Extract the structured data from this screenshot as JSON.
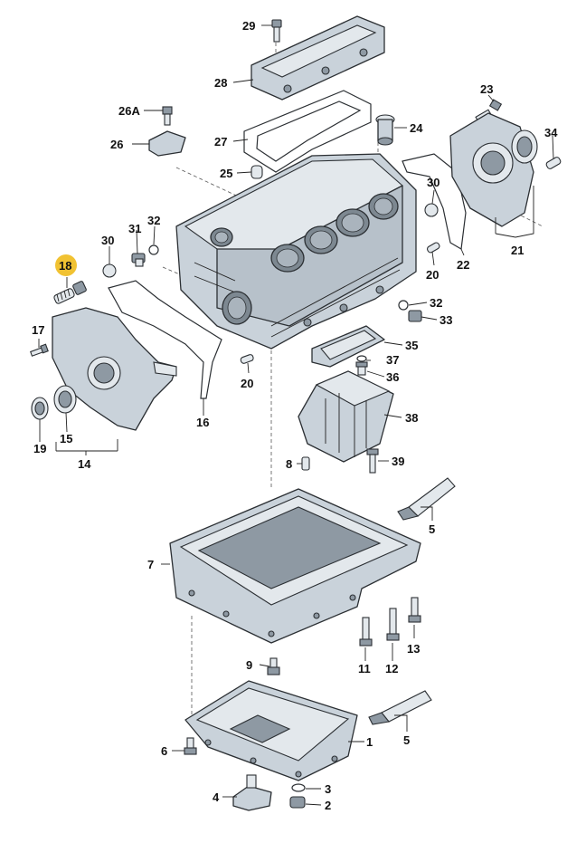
{
  "callouts": {
    "c29": "29",
    "c28": "28",
    "c23": "23",
    "c26a": "26A",
    "c24": "24",
    "c34": "34",
    "c26": "26",
    "c27": "27",
    "c25": "25",
    "c30a": "30",
    "c31": "31",
    "c32a": "32",
    "c30b": "30",
    "c22": "22",
    "c21": "21",
    "c18": "18",
    "c20a": "20",
    "c32b": "32",
    "c17": "17",
    "c33": "33",
    "c35": "35",
    "c37": "37",
    "c36": "36",
    "c20b": "20",
    "c16": "16",
    "c19": "19",
    "c15": "15",
    "c14": "14",
    "c38": "38",
    "c8": "8",
    "c39": "39",
    "c5a": "5",
    "c7": "7",
    "c13": "13",
    "c11": "11",
    "c12": "12",
    "c9": "9",
    "c5b": "5",
    "c1": "1",
    "c6": "6",
    "c3": "3",
    "c4": "4",
    "c2": "2"
  },
  "highlight_color": "#f1c232",
  "highlighted_part": "18"
}
